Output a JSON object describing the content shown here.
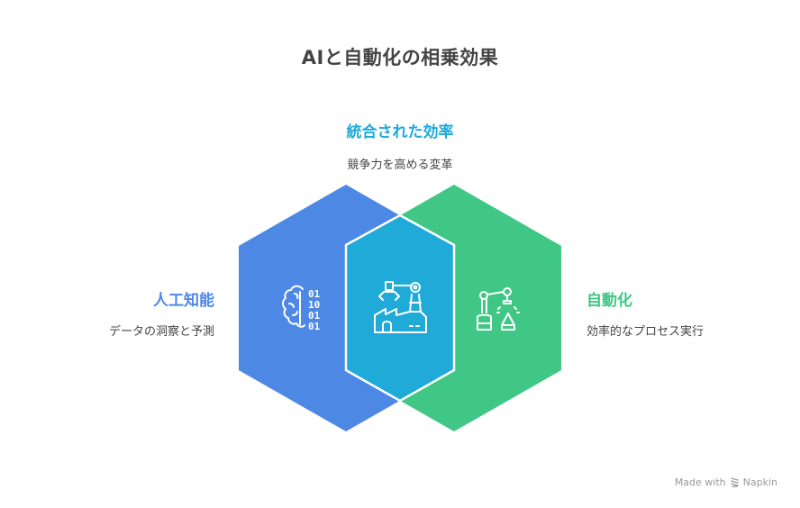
{
  "title": "AIと自動化の相乗効果",
  "colors": {
    "ai": "#4E88E5",
    "automation": "#40C785",
    "integrated": "#1FAAD8",
    "text": "#444444"
  },
  "sections": {
    "integrated": {
      "heading": "統合された効率",
      "description": "競争力を高める変革",
      "icon": "factory-robot-arm-icon"
    },
    "ai": {
      "heading": "人工知能",
      "description": "データの洞察と予測",
      "icon": "brain-binary-icon"
    },
    "automation": {
      "heading": "自動化",
      "description": "効率的なプロセス実行",
      "icon": "robot-arm-icon"
    }
  },
  "footer": {
    "made_with": "Made with",
    "brand": "Napkin"
  }
}
